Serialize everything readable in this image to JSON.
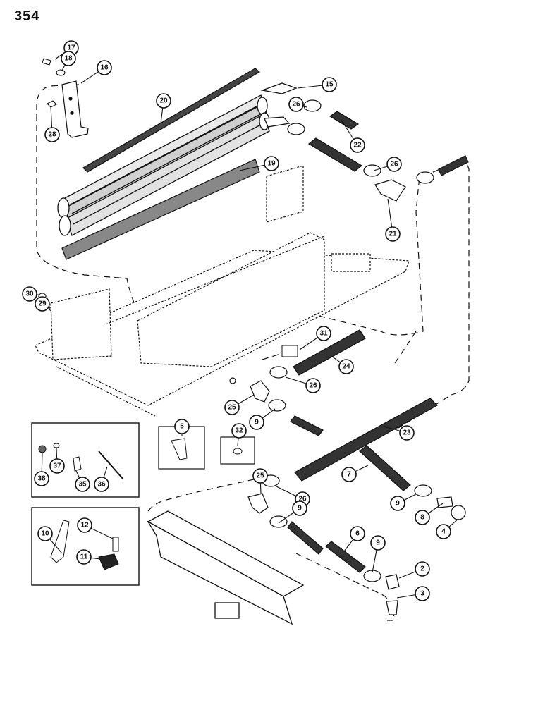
{
  "page_number": "354",
  "callouts": [
    {
      "label": "17"
    },
    {
      "label": "18"
    },
    {
      "label": "16"
    },
    {
      "label": "28"
    },
    {
      "label": "20"
    },
    {
      "label": "15"
    },
    {
      "label": "26"
    },
    {
      "label": "22"
    },
    {
      "label": "26"
    },
    {
      "label": "19"
    },
    {
      "label": "21"
    },
    {
      "label": "30"
    },
    {
      "label": "29"
    },
    {
      "label": "31"
    },
    {
      "label": "24"
    },
    {
      "label": "26"
    },
    {
      "label": "25"
    },
    {
      "label": "9"
    },
    {
      "label": "5"
    },
    {
      "label": "32"
    },
    {
      "label": "23"
    },
    {
      "label": "38"
    },
    {
      "label": "37"
    },
    {
      "label": "35"
    },
    {
      "label": "36"
    },
    {
      "label": "7"
    },
    {
      "label": "25"
    },
    {
      "label": "26"
    },
    {
      "label": "9"
    },
    {
      "label": "9"
    },
    {
      "label": "8"
    },
    {
      "label": "4"
    },
    {
      "label": "10"
    },
    {
      "label": "12"
    },
    {
      "label": "11"
    },
    {
      "label": "6"
    },
    {
      "label": "9"
    },
    {
      "label": "2"
    },
    {
      "label": "3"
    }
  ]
}
